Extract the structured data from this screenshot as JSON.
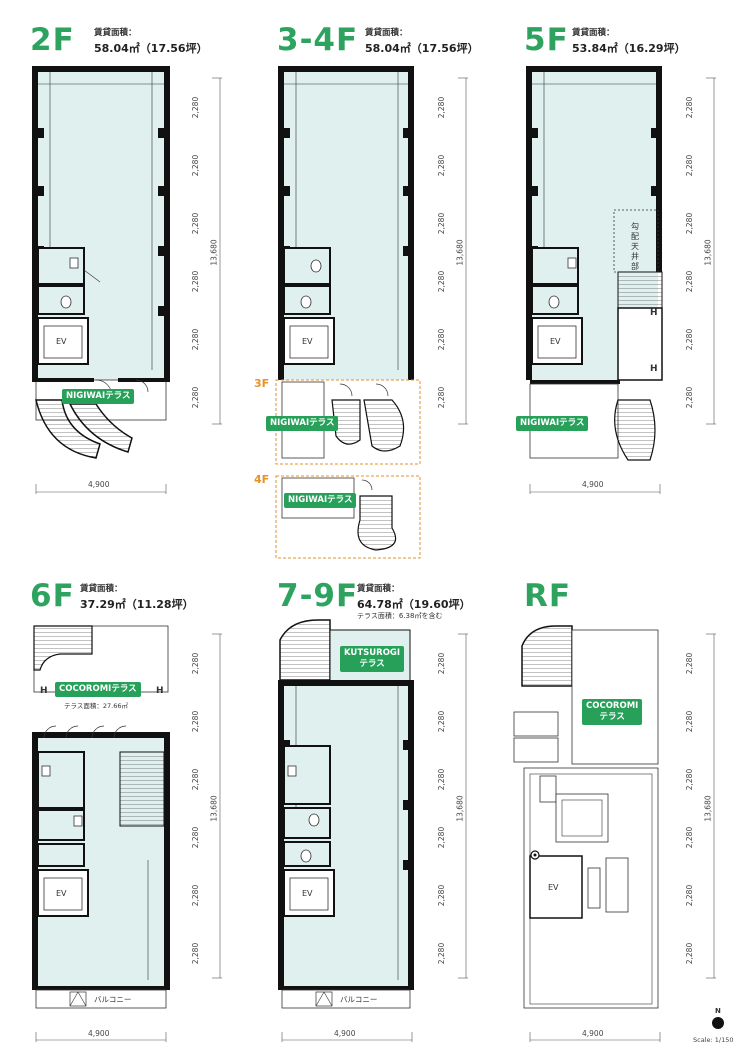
{
  "floors": [
    {
      "id": "2f",
      "label": "2F",
      "area_label": "賃貸面積：",
      "area_value": "58.04㎡（17.56坪）",
      "terrace": "NIGIWAIテラス"
    },
    {
      "id": "34f",
      "label": "3-4F",
      "area_label": "賃貸面積：",
      "area_value": "58.04㎡（17.56坪）",
      "terrace": "NIGIWAIテラス",
      "sub_tags": [
        "3F",
        "4F"
      ],
      "sub_terrace": "NIGIWAIテラス"
    },
    {
      "id": "5f",
      "label": "5F",
      "area_label": "賃貸面積：",
      "area_value": "53.84㎡（16.29坪）",
      "terrace": "NIGIWAIテラス",
      "note": "勾配天井部"
    },
    {
      "id": "6f",
      "label": "6F",
      "area_label": "賃貸面積：",
      "area_value": "37.29㎡（11.28坪）",
      "terrace": "COCOROMIテラス",
      "terrace_area": "テラス面積：27.66㎡",
      "balcony": "バルコニー"
    },
    {
      "id": "79f",
      "label": "7-9F",
      "area_label": "賃貸面積：",
      "area_value": "64.78㎡（19.60坪）",
      "area_note": "テラス面積：6.38㎡を含む",
      "terrace_line1": "KUTSUROGI",
      "terrace_line2": "テラス",
      "balcony": "バルコニー"
    },
    {
      "id": "rf",
      "label": "RF",
      "terrace_line1": "COCOROMI",
      "terrace_line2": "テラス"
    }
  ],
  "elevator": "EV",
  "h_mark": "H",
  "dims": {
    "segment": "2,280",
    "total": "13,680",
    "width": "4,900"
  },
  "north": "N",
  "scale": "Scale: 1/150",
  "colors": {
    "green": "#27a05a",
    "floor": "#dff0ef",
    "orange": "#e6932e",
    "wall": "#111"
  }
}
